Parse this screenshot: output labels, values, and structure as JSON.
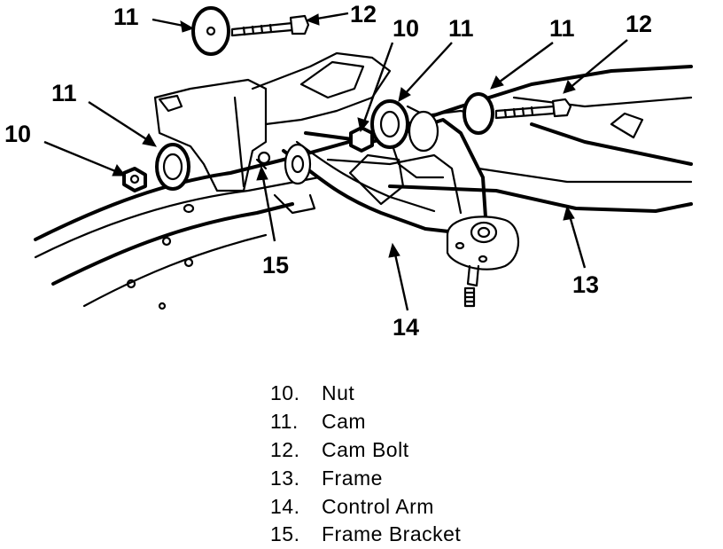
{
  "callouts": {
    "c11_top": "11",
    "c12_top": "12",
    "c10_top": "10",
    "c11_mid": "11",
    "c11_right": "11",
    "c12_right": "12",
    "c11_left": "11",
    "c10_left": "10",
    "c15": "15",
    "c14": "14",
    "c13": "13"
  },
  "legend": [
    {
      "num": "10.",
      "label": "Nut"
    },
    {
      "num": "11.",
      "label": "Cam"
    },
    {
      "num": "12.",
      "label": "Cam Bolt"
    },
    {
      "num": "13.",
      "label": "Frame"
    },
    {
      "num": "14.",
      "label": "Control Arm"
    },
    {
      "num": "15.",
      "label": "Frame Bracket"
    }
  ]
}
